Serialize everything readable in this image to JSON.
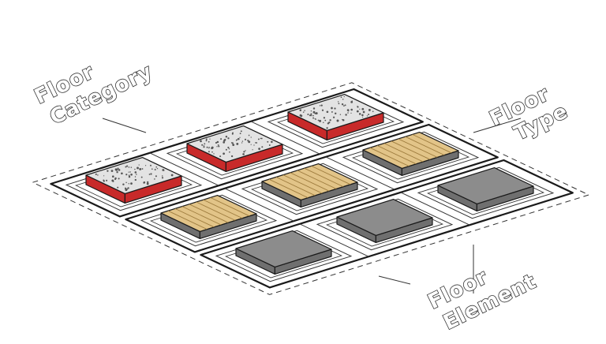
{
  "labels": {
    "category": [
      "Floor",
      "Category"
    ],
    "type": [
      "Floor",
      "Type"
    ],
    "element": [
      "Floor",
      "Element"
    ]
  },
  "colors": {
    "line": "#1a1a1a",
    "speckle_top": "#e3e3e3",
    "speckle_side": "#c82a2a",
    "wood_top": "#e2c488",
    "wood_grain": "#9e7c3e",
    "grey_top": "#8c8c8c",
    "grey_side": "#6f6f6f"
  },
  "tiles": [
    {
      "row": 0,
      "col": 0,
      "material": "speckled-red"
    },
    {
      "row": 0,
      "col": 1,
      "material": "speckled-red"
    },
    {
      "row": 0,
      "col": 2,
      "material": "speckled-red"
    },
    {
      "row": 1,
      "col": 0,
      "material": "wood"
    },
    {
      "row": 1,
      "col": 1,
      "material": "wood"
    },
    {
      "row": 1,
      "col": 2,
      "material": "wood"
    },
    {
      "row": 2,
      "col": 0,
      "material": "grey"
    },
    {
      "row": 2,
      "col": 1,
      "material": "grey"
    },
    {
      "row": 2,
      "col": 2,
      "material": "grey"
    }
  ]
}
